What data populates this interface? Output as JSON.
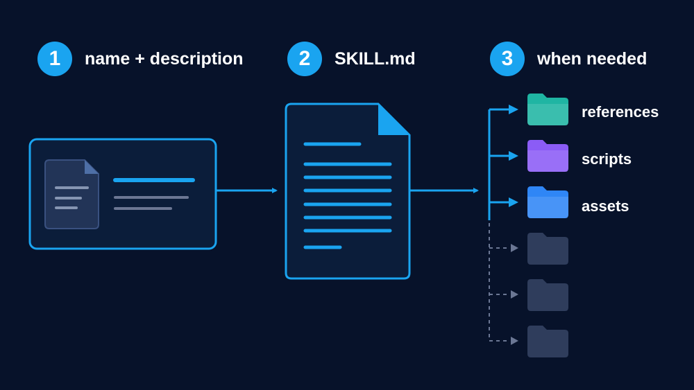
{
  "steps": [
    {
      "number": "1",
      "label": "name + description"
    },
    {
      "number": "2",
      "label": "SKILL.md"
    },
    {
      "number": "3",
      "label": "when needed"
    }
  ],
  "folders": [
    {
      "label": "references",
      "color": "#1fb5a3",
      "loaded": true
    },
    {
      "label": "scripts",
      "color": "#8b5cf6",
      "loaded": true
    },
    {
      "label": "assets",
      "color": "#2f86f6",
      "loaded": true
    },
    {
      "label": "",
      "color": "#2f3d5c",
      "loaded": false
    },
    {
      "label": "",
      "color": "#2f3d5c",
      "loaded": false
    },
    {
      "label": "",
      "color": "#2f3d5c",
      "loaded": false
    }
  ],
  "colors": {
    "background": "#07122a",
    "accent": "#1aa4f0",
    "muted": "#6b7794"
  }
}
